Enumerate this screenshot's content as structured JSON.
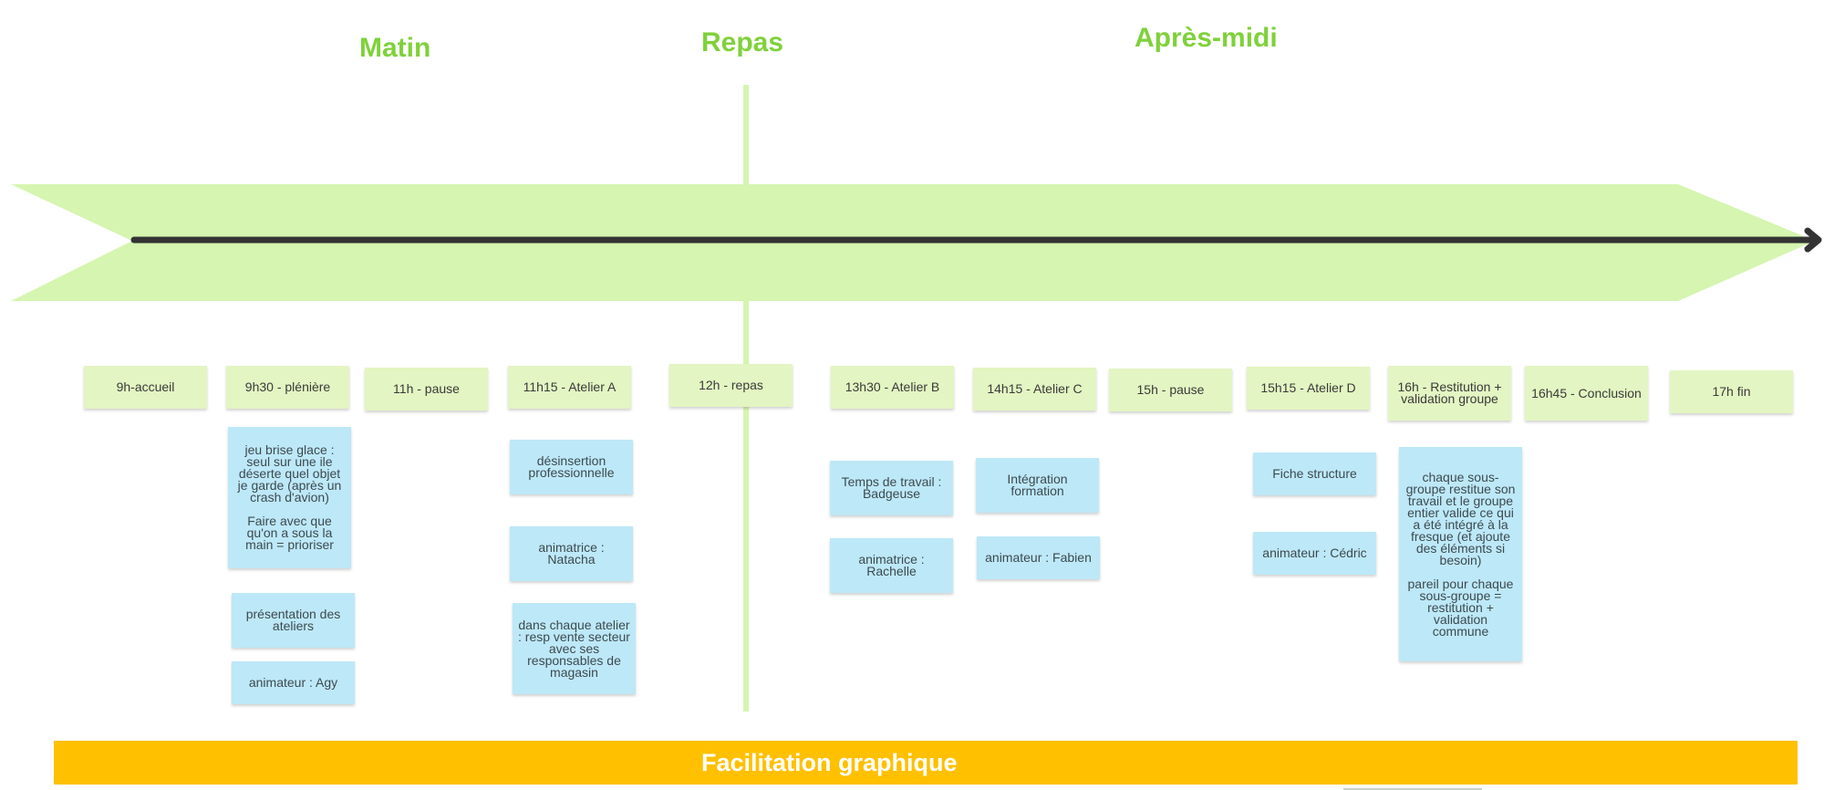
{
  "periods": {
    "morning": "Matin",
    "lunch": "Repas",
    "afternoon": "Après-midi"
  },
  "colors": {
    "period_title": "#7fd13b",
    "timeline_band": "#d5f5b0",
    "arrow": "#333333",
    "time_note": "#e3f5c2",
    "detail_note": "#bde8f7",
    "banner": "#ffc000"
  },
  "schedule": [
    {
      "label": "9h-accueil"
    },
    {
      "label": "9h30 - plénière"
    },
    {
      "label": "11h - pause"
    },
    {
      "label": "11h15 - Atelier A"
    },
    {
      "label": "12h - repas"
    },
    {
      "label": "13h30 - Atelier B"
    },
    {
      "label": "14h15 - Atelier C"
    },
    {
      "label": "15h - pause"
    },
    {
      "label": "15h15 - Atelier D"
    },
    {
      "label": "16h - Restitution + validation groupe"
    },
    {
      "label": "16h45 - Conclusion"
    },
    {
      "label": "17h fin"
    }
  ],
  "details": {
    "pleniere": [
      "jeu brise glace : seul sur une ile déserte quel objet je garde (après un crash d'avion)\n\nFaire avec que qu'on a sous la main = prioriser",
      "présentation des ateliers",
      "animateur : Agy"
    ],
    "atelier_a": [
      "désinsertion professionnelle",
      "animatrice : Natacha",
      "dans chaque atelier : resp vente secteur avec ses responsables de magasin"
    ],
    "atelier_b": [
      "Temps de travail : Badgeuse",
      "animatrice : Rachelle"
    ],
    "atelier_c": [
      "Intégration formation",
      "animateur : Fabien"
    ],
    "atelier_d": [
      "Fiche structure",
      "animateur : Cédric"
    ],
    "restitution": [
      "chaque sous-groupe restitue son travail et le groupe entier valide ce qui a été intégré à la fresque (et ajoute des éléments si besoin)\n\npareil pour chaque sous-groupe = restitution + validation commune"
    ]
  },
  "banner": {
    "label": "Facilitation graphique"
  }
}
